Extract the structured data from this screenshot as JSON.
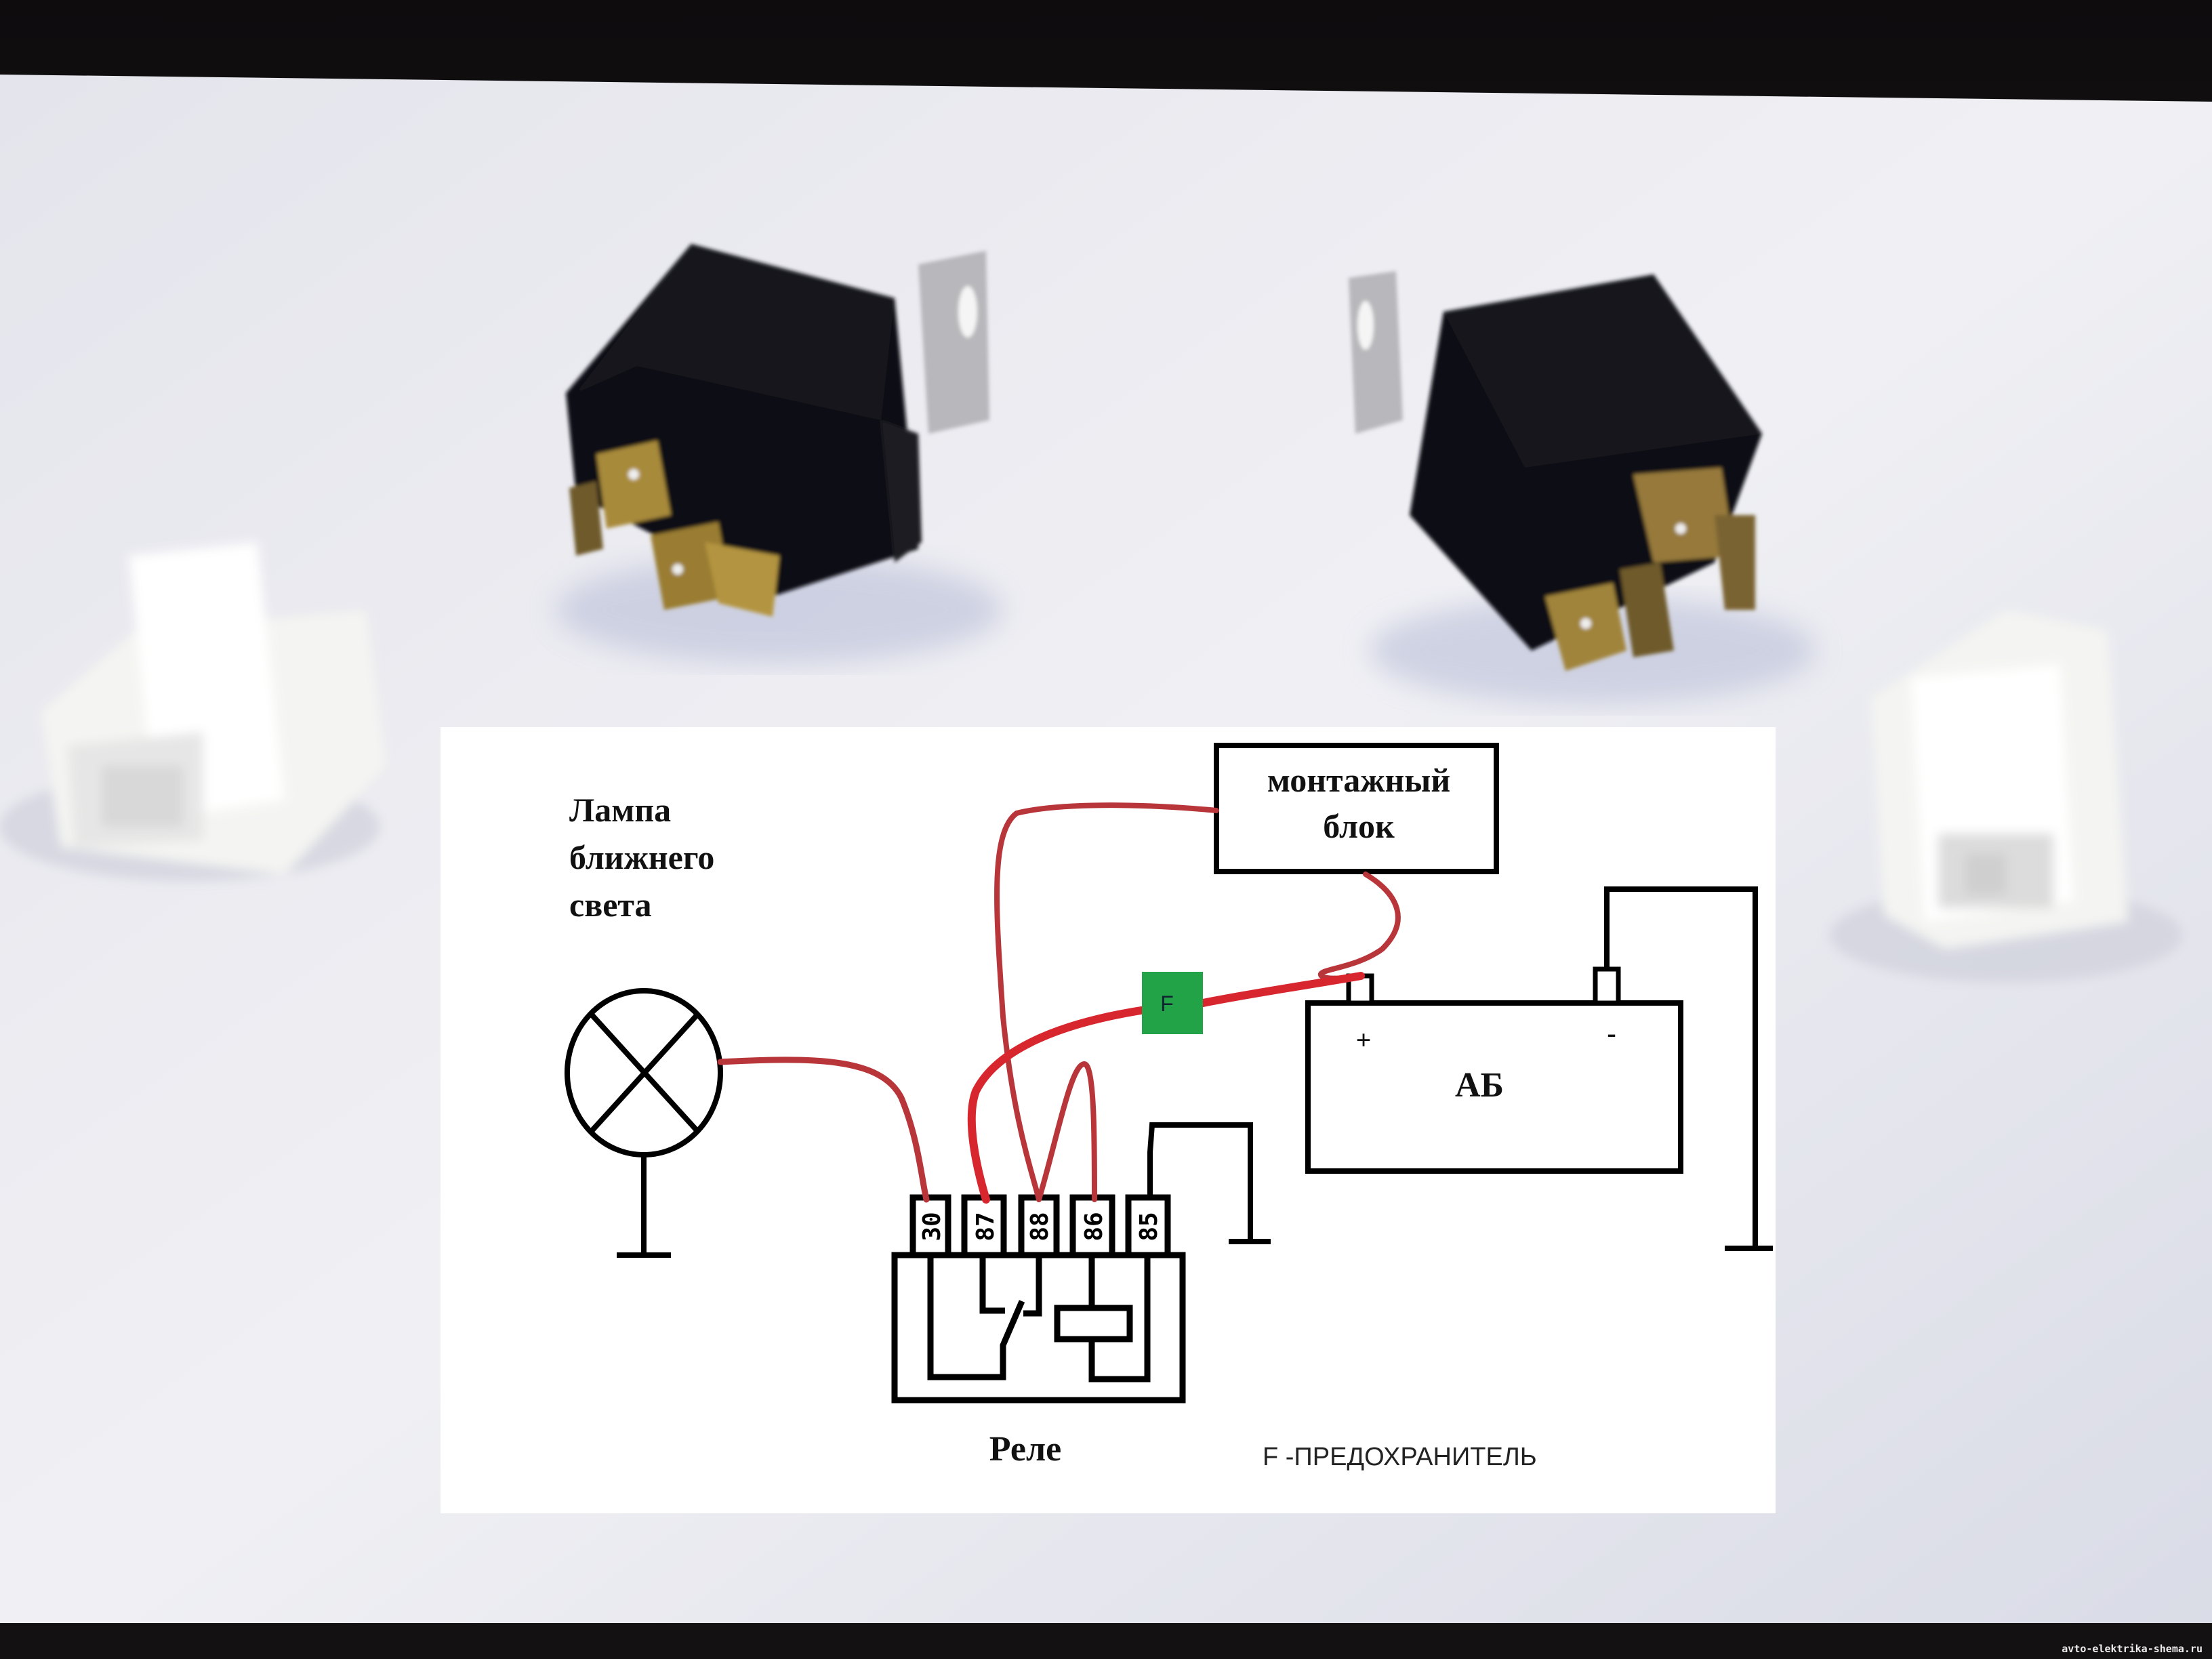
{
  "photo": {
    "background": "white sheet of paper on dark surface",
    "objects": [
      {
        "name": "relay-left",
        "type": "4-pin automotive relay with mounting bracket"
      },
      {
        "name": "relay-right",
        "type": "4-pin automotive relay with mounting bracket"
      },
      {
        "name": "connector-left",
        "type": "white relay socket connector"
      },
      {
        "name": "connector-right",
        "type": "white relay socket connector"
      }
    ],
    "watermark": "avto-elektrika-shema.ru"
  },
  "diagram": {
    "lamp_label": [
      "Лампа",
      "ближнего",
      "света"
    ],
    "mount_block_label": [
      "монтажный",
      "блок"
    ],
    "battery_label": "АБ",
    "battery_plus": "+",
    "battery_minus": "-",
    "fuse_label": "F",
    "relay_label": "Реле",
    "legend": "F -ПРЕДОХРАНИТЕЛЬ",
    "relay_pins": [
      "30",
      "87",
      "88",
      "86",
      "85"
    ],
    "colors": {
      "wire": "#b8353a",
      "wire_power": "#d8262e",
      "fuse": "#22a347",
      "line": "#000000",
      "panel": "#ffffff"
    },
    "connections": [
      {
        "from": "lamp",
        "to": "30"
      },
      {
        "from": "battery+",
        "to": "87",
        "via": "F"
      },
      {
        "from": "mount_block",
        "to": "88"
      },
      {
        "from": "88",
        "to": "86"
      },
      {
        "from": "mount_block",
        "to": "battery+"
      },
      {
        "from": "85",
        "to": "ground"
      },
      {
        "from": "battery-",
        "to": "ground"
      },
      {
        "from": "lamp",
        "to": "ground"
      }
    ]
  }
}
